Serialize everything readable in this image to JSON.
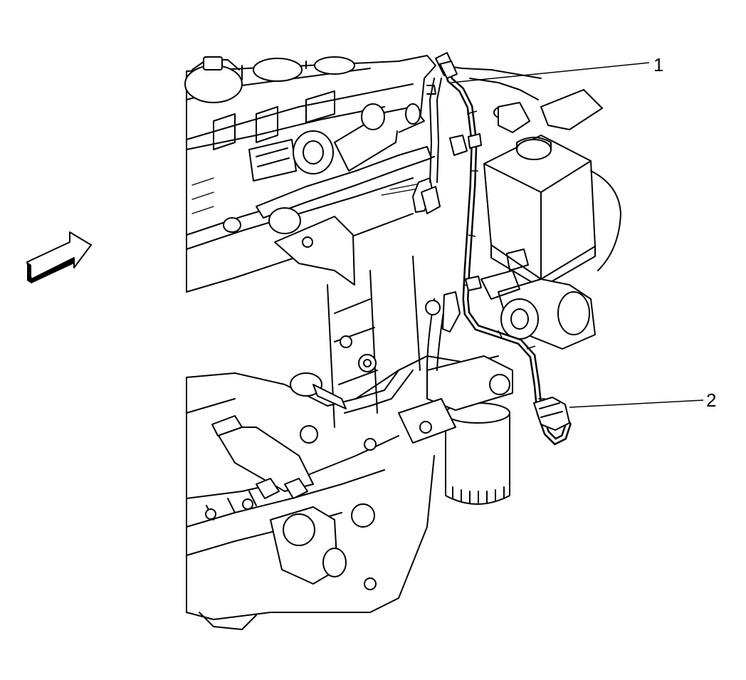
{
  "callouts": [
    {
      "id": "callout-1",
      "label": "1"
    },
    {
      "id": "callout-2",
      "label": "2"
    }
  ],
  "colors": {
    "line": "#000000",
    "background": "#ffffff"
  },
  "icons": {
    "direction_arrow": "front-arrow-icon"
  }
}
